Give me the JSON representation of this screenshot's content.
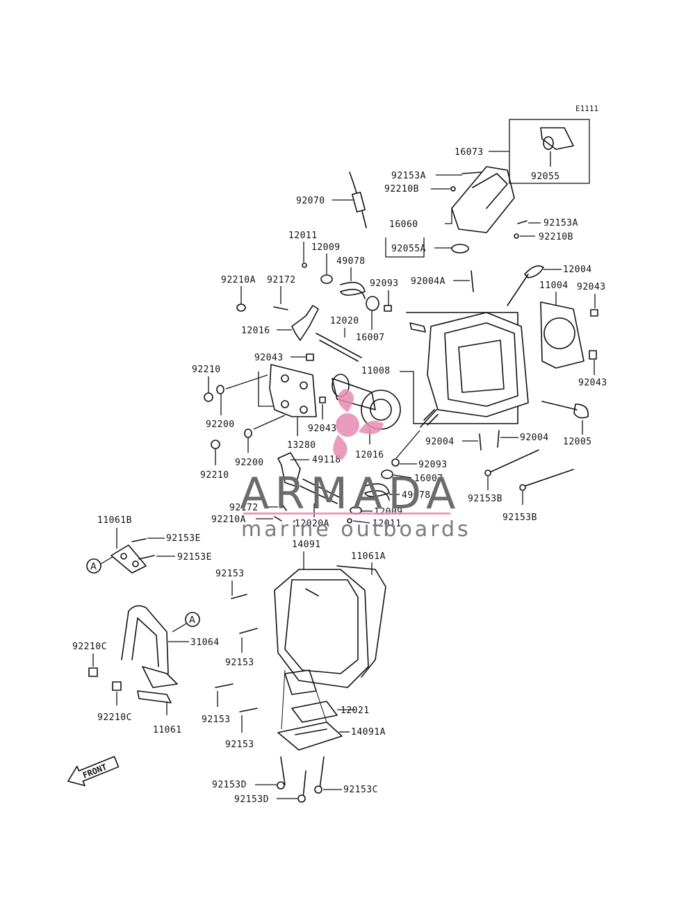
{
  "diagram": {
    "ref_code": "E1111",
    "front_label": "FRONT",
    "callout_label": "A",
    "watermark": {
      "brand": "ARMADA",
      "tagline": "marine outboards",
      "accent_color": "#e58bb3",
      "text_color": "#6b6b6b"
    }
  },
  "labels": [
    {
      "id": "l16073",
      "text": "16073"
    },
    {
      "id": "l92055",
      "text": "92055"
    },
    {
      "id": "l92153A_1",
      "text": "92153A"
    },
    {
      "id": "l92210B_1",
      "text": "92210B"
    },
    {
      "id": "l92070",
      "text": "92070"
    },
    {
      "id": "l16060",
      "text": "16060"
    },
    {
      "id": "l92153A_2",
      "text": "92153A"
    },
    {
      "id": "l92055A",
      "text": "92055A"
    },
    {
      "id": "l92210B_2",
      "text": "92210B"
    },
    {
      "id": "l12011_1",
      "text": "12011"
    },
    {
      "id": "l12009_1",
      "text": "12009"
    },
    {
      "id": "l49078_1",
      "text": "49078"
    },
    {
      "id": "l12004",
      "text": "12004"
    },
    {
      "id": "l92210A_1",
      "text": "92210A"
    },
    {
      "id": "l92172_1",
      "text": "92172"
    },
    {
      "id": "l92093_1",
      "text": "92093"
    },
    {
      "id": "l92004A",
      "text": "92004A"
    },
    {
      "id": "l11004",
      "text": "11004"
    },
    {
      "id": "l92043_1",
      "text": "92043"
    },
    {
      "id": "l12016_1",
      "text": "12016"
    },
    {
      "id": "l12020",
      "text": "12020"
    },
    {
      "id": "l16007_1",
      "text": "16007"
    },
    {
      "id": "l92043_2",
      "text": "92043"
    },
    {
      "id": "l92043_3",
      "text": "92043"
    },
    {
      "id": "l92210_1",
      "text": "92210"
    },
    {
      "id": "l11008",
      "text": "11008"
    },
    {
      "id": "l92200_1",
      "text": "92200"
    },
    {
      "id": "l92043_4",
      "text": "92043"
    },
    {
      "id": "l13280",
      "text": "13280"
    },
    {
      "id": "l92004_1",
      "text": "92004"
    },
    {
      "id": "l92004_2",
      "text": "92004"
    },
    {
      "id": "l12005",
      "text": "12005"
    },
    {
      "id": "l49118",
      "text": "49118"
    },
    {
      "id": "l92200_2",
      "text": "92200"
    },
    {
      "id": "l12016_2",
      "text": "12016"
    },
    {
      "id": "l92093_2",
      "text": "92093"
    },
    {
      "id": "l92210_2",
      "text": "92210"
    },
    {
      "id": "l16007_2",
      "text": "16007"
    },
    {
      "id": "l49078_2",
      "text": "49078"
    },
    {
      "id": "l92153B_1",
      "text": "92153B"
    },
    {
      "id": "l92172_2",
      "text": "92172"
    },
    {
      "id": "l12009_2",
      "text": "12009"
    },
    {
      "id": "l92153B_2",
      "text": "92153B"
    },
    {
      "id": "l92210A_2",
      "text": "92210A"
    },
    {
      "id": "l12020A",
      "text": "12020A"
    },
    {
      "id": "l12011_2",
      "text": "12011"
    },
    {
      "id": "l11061B",
      "text": "11061B"
    },
    {
      "id": "l92153E_1",
      "text": "92153E"
    },
    {
      "id": "l14091",
      "text": "14091"
    },
    {
      "id": "l11061A",
      "text": "11061A"
    },
    {
      "id": "l92153E_2",
      "text": "92153E"
    },
    {
      "id": "l92153_1",
      "text": "92153"
    },
    {
      "id": "l31064",
      "text": "31064"
    },
    {
      "id": "l92210C_1",
      "text": "92210C"
    },
    {
      "id": "l92153_2",
      "text": "92153"
    },
    {
      "id": "l12021",
      "text": "12021"
    },
    {
      "id": "l92153_3",
      "text": "92153"
    },
    {
      "id": "l92210C_2",
      "text": "92210C"
    },
    {
      "id": "l11061",
      "text": "11061"
    },
    {
      "id": "l14091A",
      "text": "14091A"
    },
    {
      "id": "l92153_4",
      "text": "92153"
    },
    {
      "id": "l92153D_1",
      "text": "92153D"
    },
    {
      "id": "l92153C",
      "text": "92153C"
    },
    {
      "id": "l92153D_2",
      "text": "92153D"
    }
  ]
}
